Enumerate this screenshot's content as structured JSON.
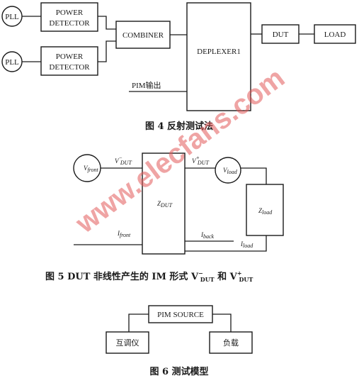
{
  "fig4": {
    "pll_1": "PLL",
    "pll_2": "PLL",
    "power_detector_1": [
      "POWER",
      "DETECTOR"
    ],
    "power_detector_2": [
      "POWER",
      "DETECTOR"
    ],
    "combiner": "COMBINER",
    "deplexer": "DEPLEXER1",
    "dut": "DUT",
    "load": "LOAD",
    "pim_output": "PIM输出",
    "caption": "图 4   反射测试法"
  },
  "fig5": {
    "v_front": "V",
    "v_front_sub": "front",
    "v_dut_minus": "V",
    "v_dut_minus_sub": "DUT",
    "v_dut_minus_sup": "−",
    "v_dut_plus": "V",
    "v_dut_plus_sub": "DUT",
    "v_dut_plus_sup": "+",
    "v_load": "V",
    "v_load_sub": "load",
    "z_dut": "Z",
    "z_dut_sub": "DUT",
    "z_load": "Z",
    "z_load_sub": "load",
    "i_front": "I",
    "i_front_sub": "front",
    "i_back": "I",
    "i_back_sub": "back",
    "i_load": "I",
    "i_load_sub": "load",
    "caption_main": "图 5   DUT 非线性产生的 IM 形式 V",
    "caption_sub1": "DUT",
    "caption_sup1": "−",
    "caption_and": " 和 V",
    "caption_sub2": "DUT",
    "caption_sup2": "+"
  },
  "fig6": {
    "pim_source": "PIM SOURCE",
    "left_box": "互调仪",
    "right_box": "负载",
    "caption": "图 6   测试模型"
  },
  "watermark": "www.elecfans.com"
}
